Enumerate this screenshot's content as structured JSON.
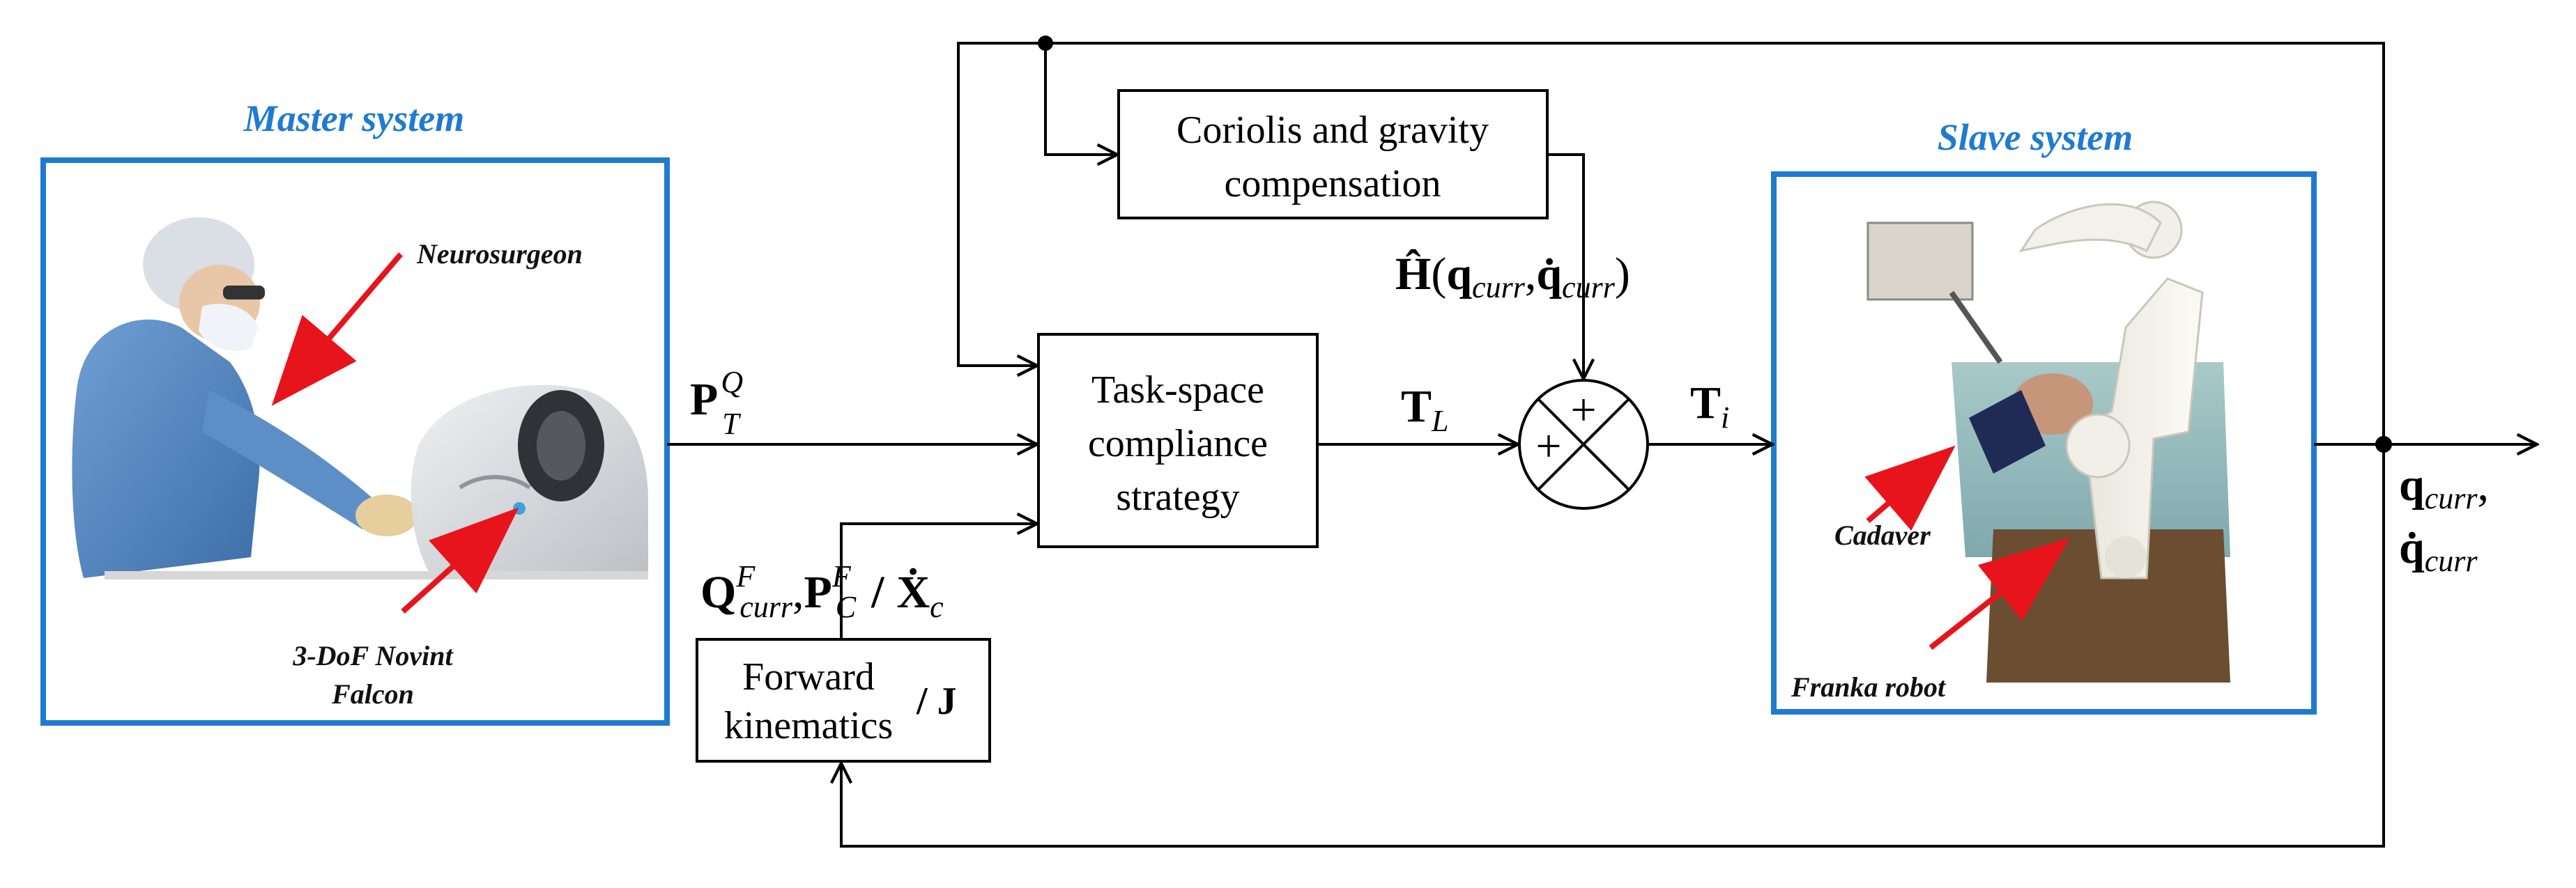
{
  "master_system": {
    "title": "Master system",
    "labels": {
      "neurosurgeon": "Neurosurgeon",
      "device_line1": "3-DoF Novint",
      "device_line2": "Falcon"
    }
  },
  "slave_system": {
    "title": "Slave system",
    "labels": {
      "cadaver": "Cadaver",
      "robot": "Franka robot"
    }
  },
  "blocks": {
    "coriolis": {
      "line1": "Coriolis and gravity",
      "line2": "compensation"
    },
    "compliance": {
      "line1": "Task-space",
      "line2": "compliance",
      "line3": "strategy"
    },
    "fk": {
      "line1": "Forward",
      "line2": "kinematics",
      "suffix": "/ J"
    }
  },
  "summing_junction": {
    "sign_top": "+",
    "sign_left": "+"
  },
  "signals": {
    "p_t": {
      "base": "P",
      "sub": "T",
      "sup": "Q"
    },
    "h_hat": {
      "base": "Ĥ",
      "open": "(",
      "q": "q",
      "q_sub": "curr",
      "sep": ",",
      "qd": "q̇",
      "qd_sub": "curr",
      "close": ")"
    },
    "t_l": {
      "base": "T",
      "sub": "L"
    },
    "t_i": {
      "base": "T",
      "sub": "i"
    },
    "q_curr_out": {
      "q": "q",
      "q_sub": "curr",
      "sep": ",",
      "qd": "q̇",
      "qd_sub": "curr"
    },
    "fk_out": {
      "Q": "Q",
      "Q_sub": "curr",
      "Q_sup": "F",
      "sep": ",",
      "P": "P",
      "P_sub": "C",
      "P_sup": "F",
      "slash": "/",
      "X": "Ẋ",
      "X_sub": "c"
    }
  },
  "colors": {
    "system_frame": "#1f7bd1",
    "system_title": "#1f7bd1",
    "pointer_arrow": "#e8141b",
    "line": "#000000"
  }
}
